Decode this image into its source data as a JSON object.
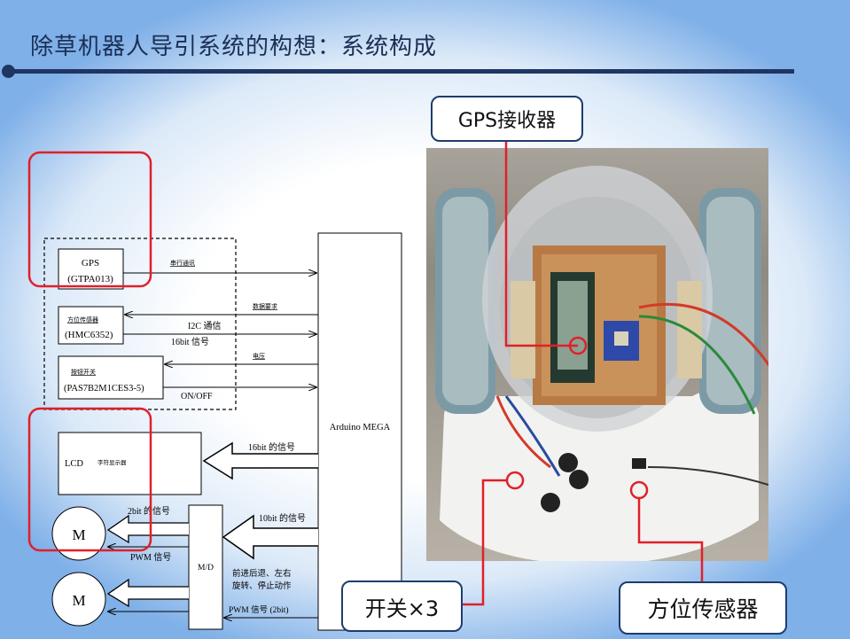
{
  "title": "除草机器人导引系统的构想：系统构成",
  "diagram": {
    "gps_label": "GPS",
    "gps_model": "(GTPA013)",
    "serial_label": "串行通讯",
    "data_request_label": "数据要求",
    "dir_sensor_label": "方位传感器",
    "dir_sensor_model": "(HMC6352)",
    "i2c_label": "I2C 通信",
    "bit16_label": "16bit 信号",
    "voltage_label": "电压",
    "push_switch_label": "按钮开关",
    "push_switch_model": "(PAS7B2M1CES3-5)",
    "onoff_label": "ON/OFF",
    "arduino_label": "Arduino MEGA",
    "lcd_label": "LCD",
    "lcd_desc": "字符显示器",
    "lcd_signal": "16bit 的信号",
    "motor_label": "M",
    "motor2_label": "M",
    "bit2_label": "2bit 的信号",
    "pwm_label": "PWM 信号",
    "md_label": "M/D",
    "bit10_label": "10bit 的信号",
    "action_label_1": "前进后退、左右",
    "action_label_2": "旋转、停止动作",
    "pwm2bit_label": "PWM 信号 (2bit)"
  },
  "callouts": {
    "gps_receiver": "GPS接收器",
    "switch_x3": "开关×3",
    "direction_sensor": "方位传感器"
  },
  "colors": {
    "title": "#1b2f55",
    "title_line": "#1f3562",
    "highlight": "#e0202a",
    "callout_border": "#1e3c6e"
  }
}
